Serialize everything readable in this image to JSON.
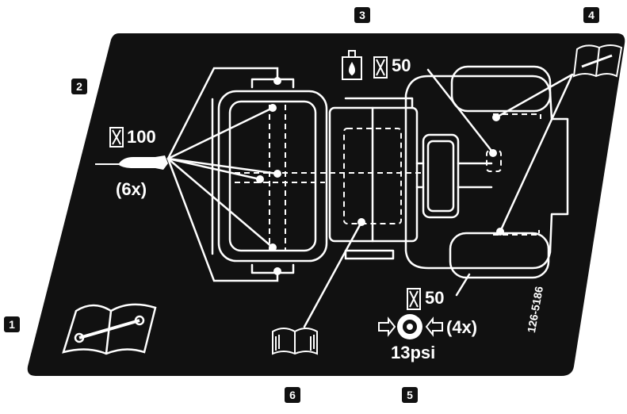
{
  "callouts": [
    "1",
    "2",
    "3",
    "4",
    "5",
    "6"
  ],
  "labels": {
    "grease_hours": "100",
    "grease_count": "(6x)",
    "oil_hours": "50",
    "belt_hours": "50",
    "tire_count": "(4x)",
    "tire_pressure": "13psi",
    "part_number": "126-5186"
  },
  "icons": {
    "manual": "open-book-wrench-icon",
    "hourglass": "hourglass-icon",
    "grease_gun": "grease-gun-icon",
    "oil_can": "oil-container-icon",
    "tire": "tire-icon",
    "book": "open-book-icon"
  },
  "colors": {
    "panel": "#111111",
    "ink": "#ffffff",
    "page": "#ffffff"
  }
}
